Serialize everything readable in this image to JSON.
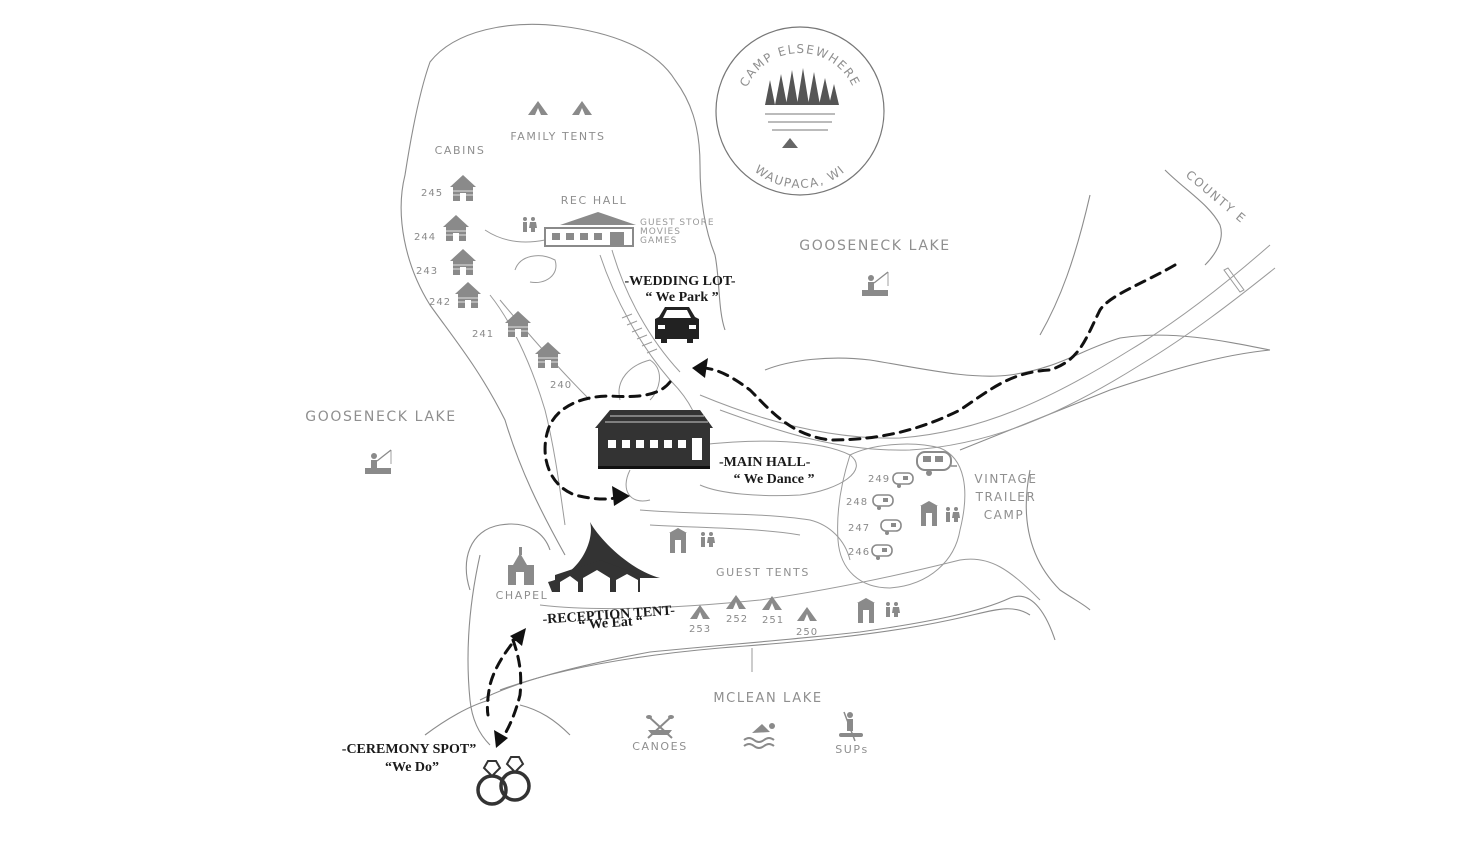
{
  "logo": {
    "top_text": "CAMP ELSEWHERE",
    "bottom_text": "WAUPACA, WI"
  },
  "labels": {
    "family_tents": "FAMILY TENTS",
    "cabins": "CABINS",
    "rec_hall": "REC HALL",
    "rec_hall_note_1": "GUEST STORE",
    "rec_hall_note_2": "MOVIES",
    "rec_hall_note_3": "GAMES",
    "gooseneck_lake_east": "GOOSENECK LAKE",
    "gooseneck_lake_west": "GOOSENECK LAKE",
    "county_road": "COUNTY E",
    "vintage_1": "VINTAGE",
    "vintage_2": "TRAILER",
    "vintage_3": "CAMP",
    "guest_tents": "GUEST TENTS",
    "chapel": "CHAPEL",
    "mclean_lake": "MCLEAN LAKE",
    "canoes": "CANOES",
    "sups": "SUPs"
  },
  "cabin_numbers": [
    "245",
    "244",
    "243",
    "242",
    "241",
    "240"
  ],
  "trailer_numbers": [
    "249",
    "248",
    "247",
    "246"
  ],
  "tent_numbers": [
    "253",
    "252",
    "251",
    "250"
  ],
  "highlights": {
    "wedding_lot": "-WEDDING LOT-",
    "wedding_lot_sub": "“ We Park ”",
    "main_hall": "-MAIN HALL-",
    "main_hall_sub": "“ We Dance ”",
    "reception_tent": "-RECEPTION TENT-",
    "reception_tent_sub": "“ We Eat “",
    "ceremony_spot": "-CEREMONY SPOT”",
    "ceremony_spot_sub": "“We Do”"
  },
  "icons": [
    "car-icon",
    "rings-icon",
    "main-hall-icon",
    "reception-tent-icon",
    "fisherman-icon",
    "canoe-icon",
    "swimmer-icon",
    "paddleboard-icon",
    "restroom-icon",
    "cabin-icon",
    "trailer-icon",
    "tent-icon",
    "chapel-icon"
  ],
  "colors": {
    "route": "#111111",
    "map_lines": "#8c8c8c",
    "highlight_icons": "#333333"
  }
}
